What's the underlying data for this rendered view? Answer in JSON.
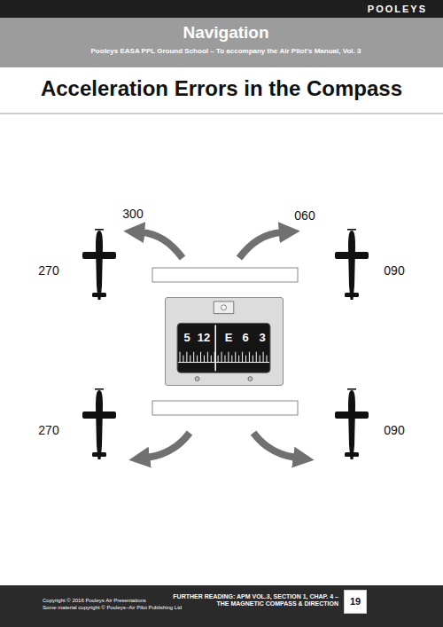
{
  "diagram": {
    "title": "Acceleration Errors in the Compass",
    "nodes": [
      {
        "text": [
          "POOLEYS"
        ]
      },
      {
        "text": [
          "Navigation",
          "Pooleys EASA PPL Ground School – To accompany the Air Pilot's Manual, Vol. 3"
        ]
      },
      {
        "text": [
          "Copyright © 2016 Pooleys Air Presentations",
          "Some material copyright © Pooleys–Air Pilot Publishing Ltd",
          "FURTHER READING: APM VOL.3, SECTION 1, CHAP. 4 – THE MAGNETIC COMPASS & DIRECTION"
        ]
      },
      {
        "text": [
          "19"
        ],
        "in": 2
      },
      {
        "text": [
          "5",
          "12",
          "E",
          "6",
          "3"
        ]
      }
    ],
    "labels": [
      "300",
      "060",
      "270",
      "090",
      "270",
      "090"
    ]
  }
}
